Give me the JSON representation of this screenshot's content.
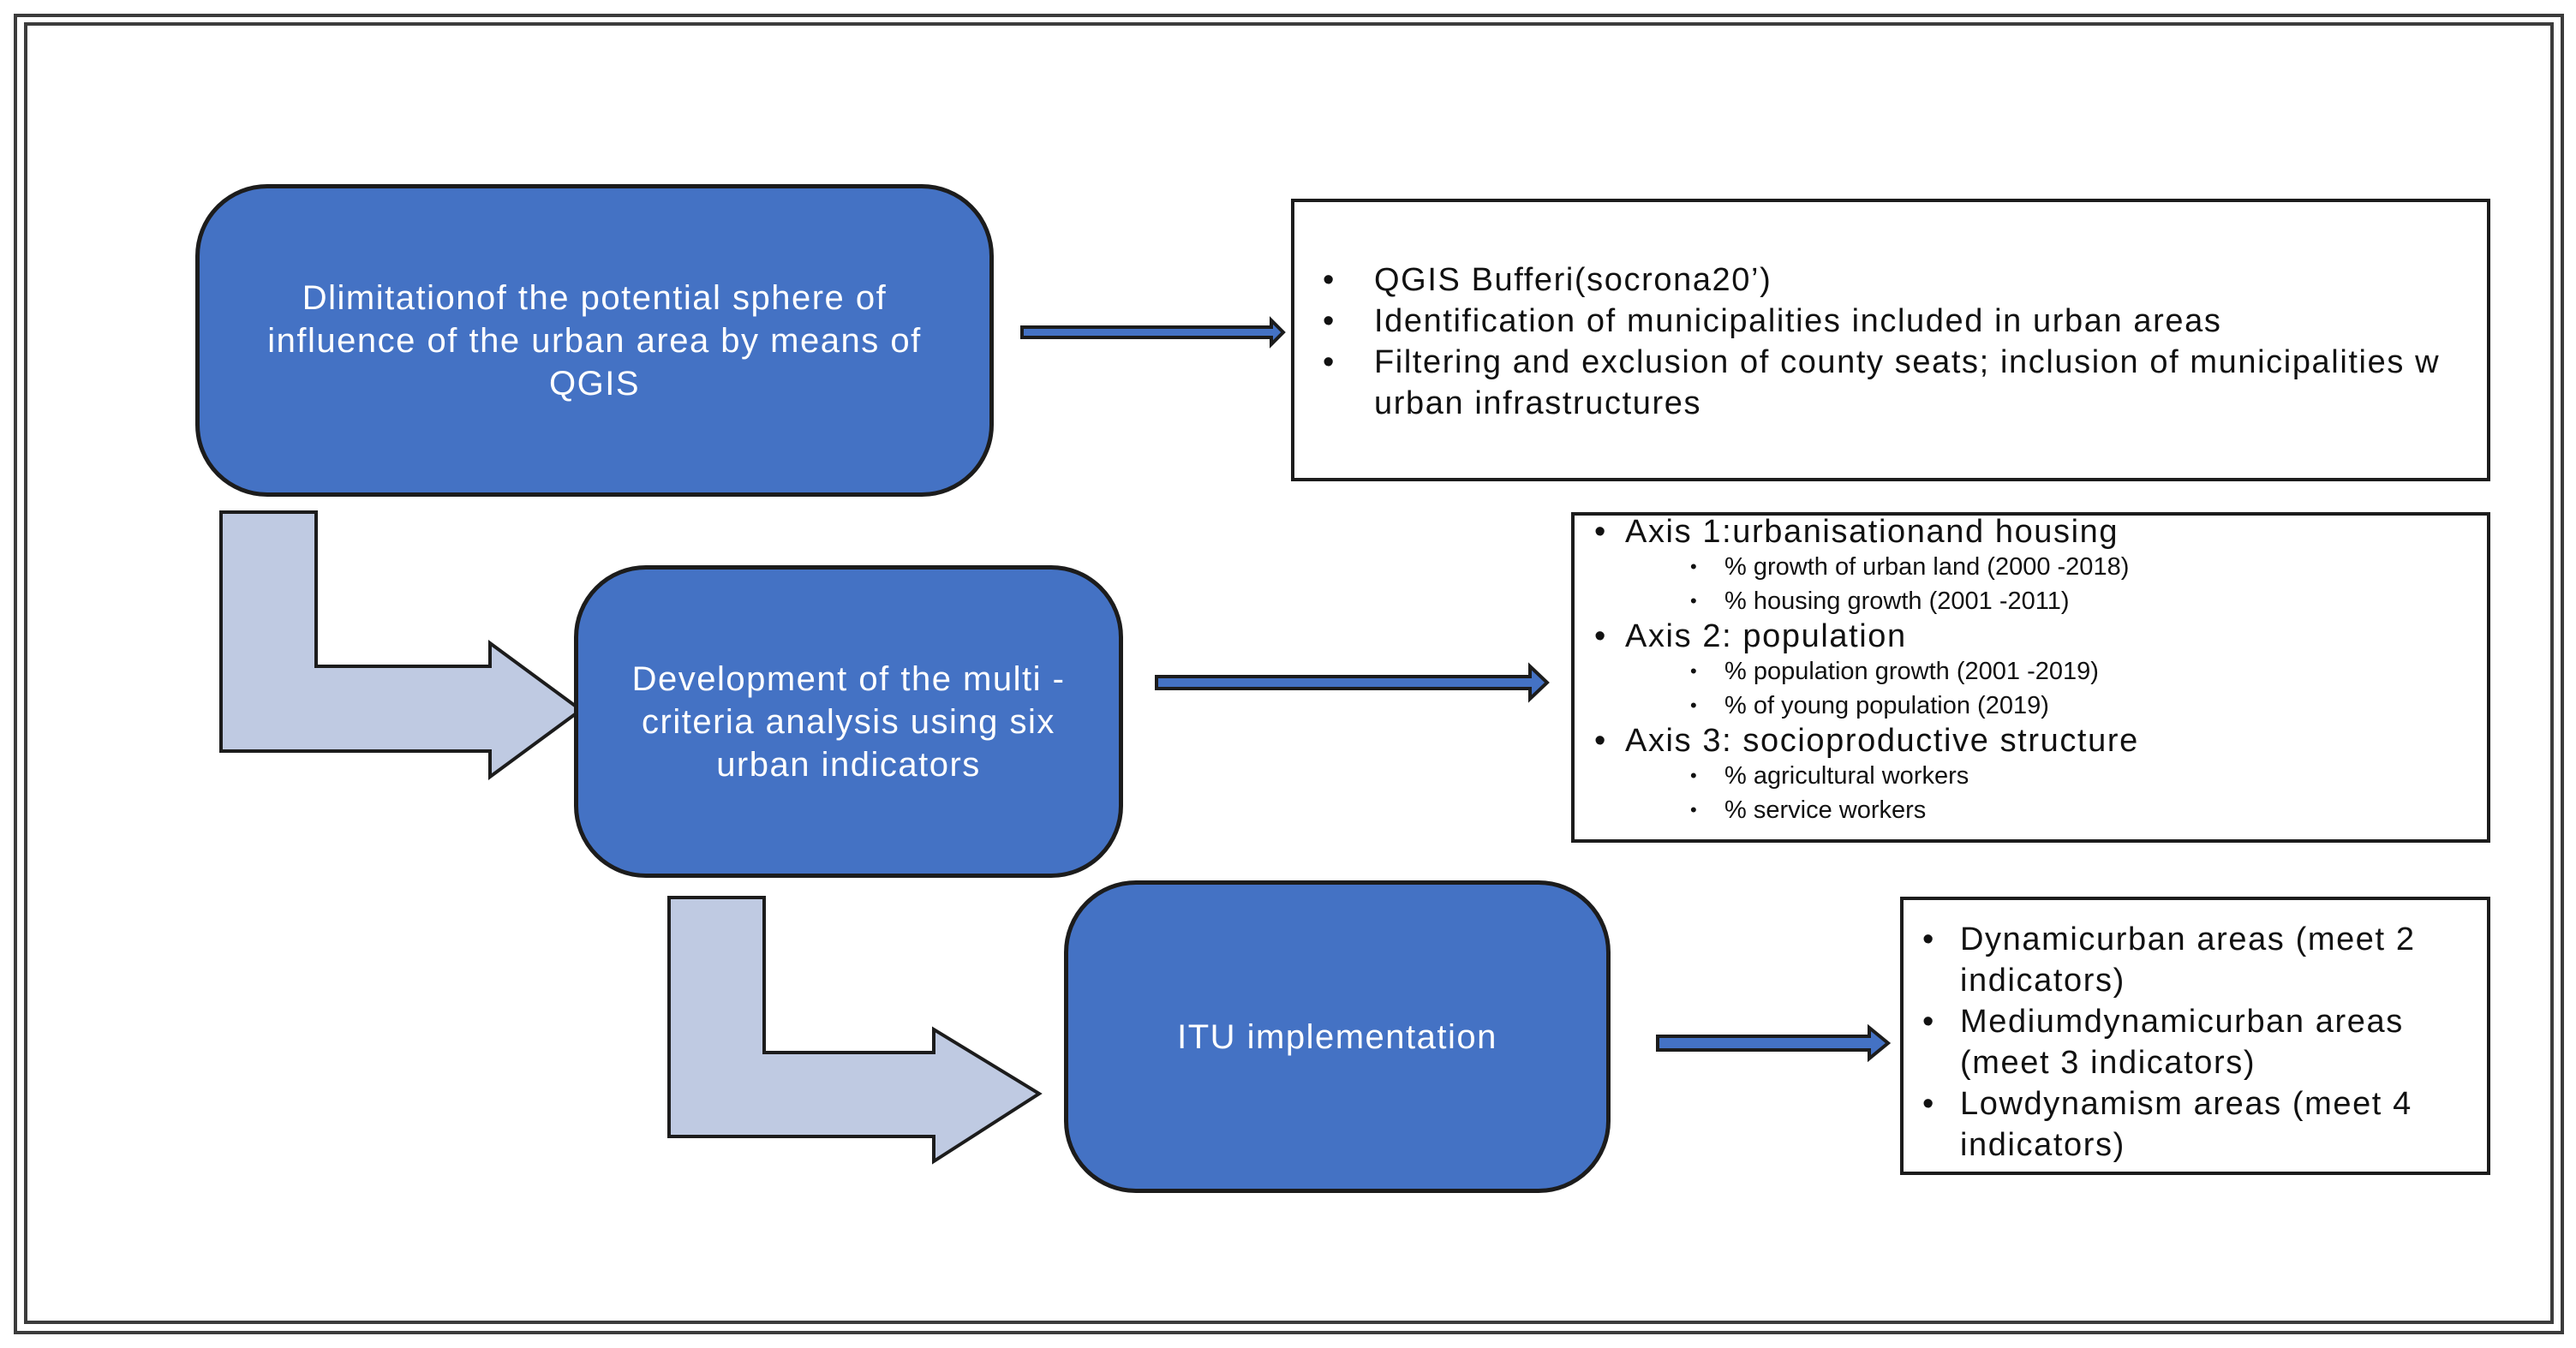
{
  "steps": [
    {
      "label": "Dlimitationof the potential sphere of\ninfluence of the urban area by means of\nQGIS"
    },
    {
      "label": "Development of the multi -\ncriteria analysis using six\nurban indicators"
    },
    {
      "label": "ITU implementation"
    }
  ],
  "note_1": {
    "bullet": "•",
    "items": [
      "QGIS Bufferi(socrona20’)",
      "Identification of municipalities included in urban areas",
      "Filtering and exclusion of county seats; inclusion of municipalities w",
      "urban infrastructures"
    ]
  },
  "note_2": {
    "bullet": "•",
    "axes": [
      {
        "label": "Axis 1:urbanisationand housing",
        "items": [
          "% growth of urban land (2000  -2018)",
          "% housing growth (2001 -2011)"
        ]
      },
      {
        "label": "Axis 2: population",
        "items": [
          "% population growth (2001  -2019)",
          "% of young population (2019)"
        ]
      },
      {
        "label": "Axis 3: socioproductive structure",
        "items": [
          "% agricultural workers",
          "% service workers"
        ]
      }
    ]
  },
  "note_3": {
    "bullet": "•",
    "items": [
      "Dynamicurban areas (meet 2",
      "indicators)",
      "Mediumdynamicurban areas",
      "(meet 3 indicators)",
      "Lowdynamism areas (meet 4",
      "indicators)"
    ]
  },
  "colors": {
    "step_fill": "#4472c4",
    "bend_arrow_fill": "#bfcae2",
    "outline": "#1c1c1c"
  }
}
